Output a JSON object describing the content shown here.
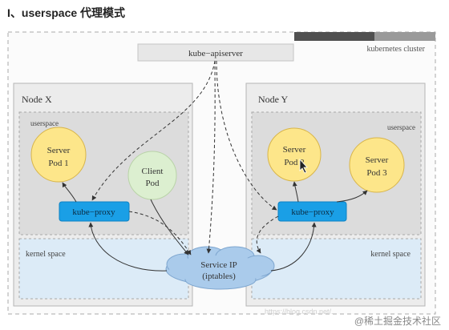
{
  "heading": "I、userspace 代理模式",
  "cluster_label": "kubernetes cluster",
  "apiserver_label": "kube−apiserver",
  "node_x": {
    "title": "Node X",
    "userspace_label": "userspace",
    "kernel_label": "kernel space",
    "server_pod": [
      "Server",
      "Pod 1"
    ],
    "client_pod": [
      "Client",
      "Pod"
    ],
    "proxy_label": "kube−proxy"
  },
  "node_y": {
    "title": "Node Y",
    "userspace_label": "userspace",
    "kernel_label": "kernel space",
    "server_pod2": [
      "Server",
      "Pod 2"
    ],
    "server_pod3": [
      "Server",
      "Pod 3"
    ],
    "proxy_label": "kube−proxy"
  },
  "service_ip": [
    "Service IP",
    "(iptables)"
  ],
  "watermark": "@稀土掘金技术社区",
  "faint_url": "https://blog.csdn.net/...",
  "colors": {
    "pod_fill": "#fde68a",
    "pod_stroke": "#d8b54a",
    "client_fill": "#dcefd0",
    "client_stroke": "#b9d3a8",
    "proxy_fill": "#1a9fe6",
    "kernel_fill": "#dcebf7",
    "userspace_fill": "#dcdcdc",
    "node_fill": "#ececec",
    "cloud_fill": "#aacbeb"
  }
}
